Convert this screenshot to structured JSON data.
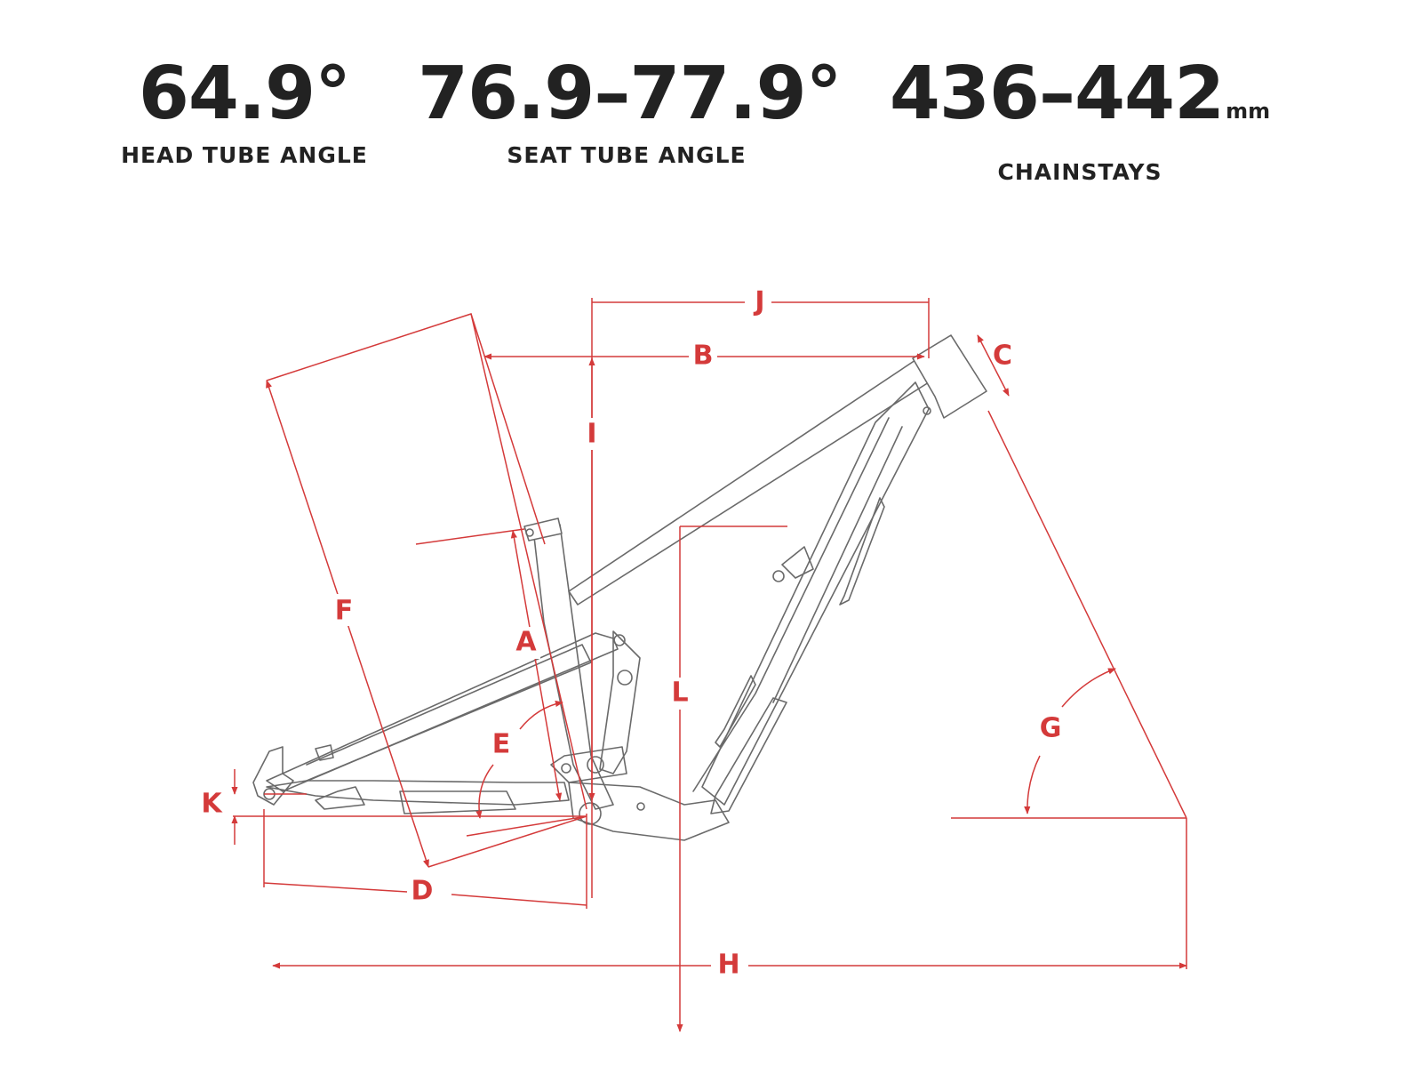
{
  "stats": [
    {
      "value": "64.9°",
      "unit": "",
      "label": "HEAD TUBE ANGLE"
    },
    {
      "value": "76.9–77.9°",
      "unit": "",
      "label": "SEAT TUBE ANGLE"
    },
    {
      "value": "436–442",
      "unit": "mm",
      "label": "CHAINSTAYS"
    }
  ],
  "diagram": {
    "dimension_labels": {
      "A": "A",
      "B": "B",
      "C": "C",
      "D": "D",
      "E": "E",
      "F": "F",
      "G": "G",
      "H": "H",
      "I": "I",
      "J": "J",
      "K": "K",
      "L": "L"
    },
    "colors": {
      "dimension_lines": "#d43a3a",
      "frame_outline": "#6a6a6a",
      "stat_text": "#222222"
    }
  }
}
